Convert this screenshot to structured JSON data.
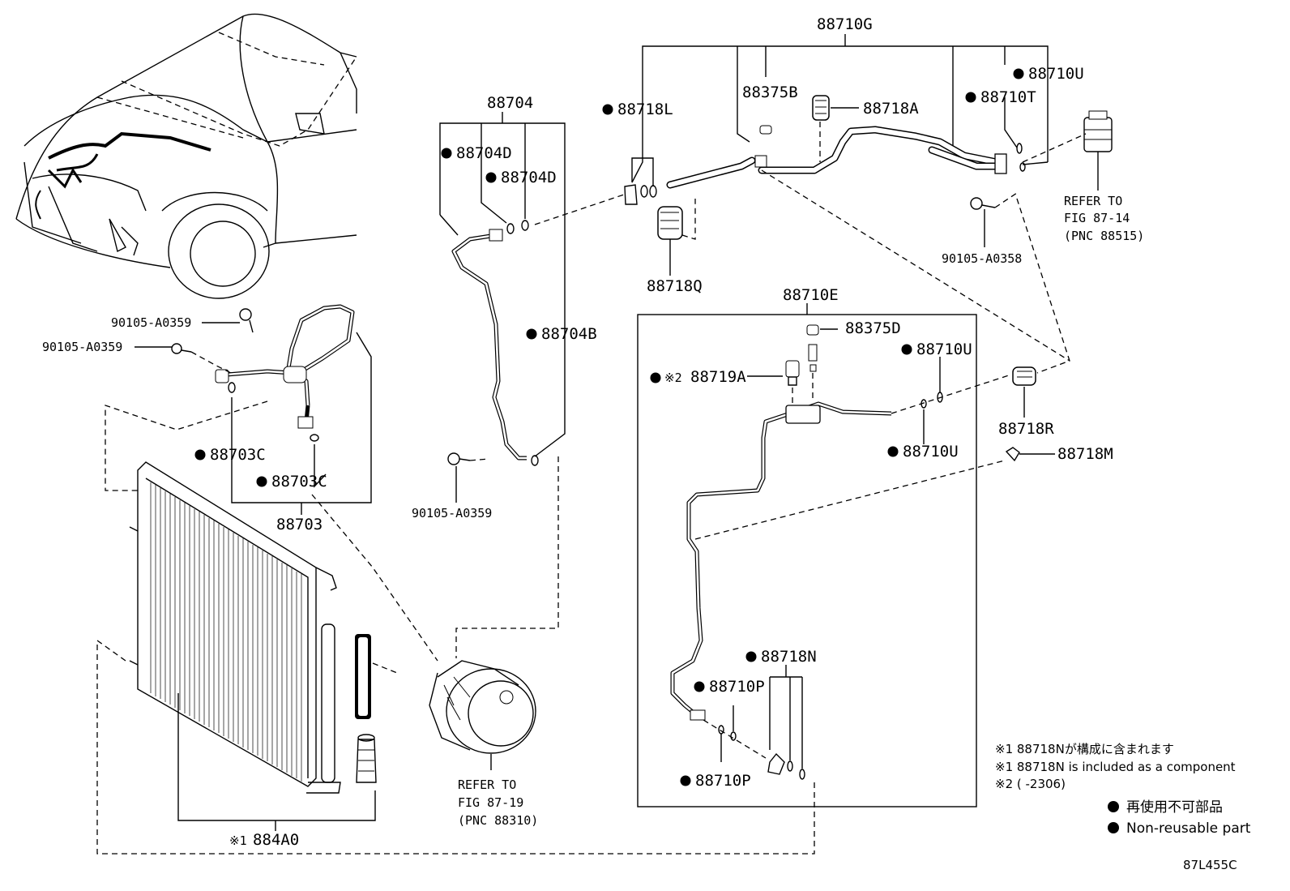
{
  "figure_code": "87L455C",
  "labels": {
    "p88710G": "88710G",
    "p88704": "88704",
    "p88718L": "88718L",
    "p88375B": "88375B",
    "p88718A": "88718A",
    "p88710U_top": "88710U",
    "p88710T": "88710T",
    "p88704D_a": "88704D",
    "p88704D_b": "88704D",
    "p88718Q": "88718Q",
    "p88704B": "88704B",
    "p88710E": "88710E",
    "p88375D": "88375D",
    "p88719A": "88719A",
    "p88719A_mark": "※2",
    "p88710U_mid": "88710U",
    "p88710U_low": "88710U",
    "p88718R": "88718R",
    "p88718M": "88718M",
    "bolt_90105_A0359_a": "90105-A0359",
    "bolt_90105_A0359_b": "90105-A0359",
    "bolt_90105_A0359_c": "90105-A0359",
    "bolt_90105_A0358": "90105-A0358",
    "p88703C_a": "88703C",
    "p88703C_b": "88703C",
    "p88703": "88703",
    "p88718N": "88718N",
    "p88710P_a": "88710P",
    "p88710P_b": "88710P",
    "p884A0": "884A0",
    "p884A0_mark": "※1"
  },
  "refer_notes": {
    "receiver": [
      "REFER TO",
      "FIG 87-14",
      "(PNC 88515)"
    ],
    "compressor": [
      "REFER TO",
      "FIG 87-19",
      "(PNC 88310)"
    ]
  },
  "footnotes": [
    "※1 88718Nが構成に含まれます",
    "※1 88718N is included as a component",
    "※2 (   -2306)"
  ],
  "legend": {
    "jp": "再使用不可部品",
    "en": "Non-reusable part"
  }
}
